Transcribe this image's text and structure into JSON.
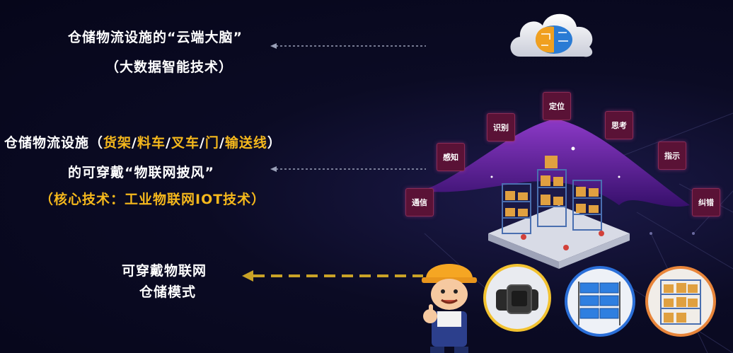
{
  "text": {
    "cloud_brain_title": "仓储物流设施的“云端大脑”",
    "cloud_brain_sub": "（大数据智能技术）",
    "wearable_prefix": "仓储物流设施（",
    "facility_1": "货架",
    "facility_2": "料车",
    "facility_3": "叉车",
    "facility_4": "门",
    "facility_5": "输送线",
    "separator": "/",
    "wearable_suffix": "）",
    "cape_line": "的可穿戴“物联网披风”",
    "core_tech": "（核心技术：工业物联网IOT技术）",
    "mode_line1": "可穿戴物联网",
    "mode_line2": "仓储模式"
  },
  "badges": {
    "tongxin": "通信",
    "ganzhi": "感知",
    "shibie": "识别",
    "dingwei": "定位",
    "sikao": "思考",
    "zhishi": "指示",
    "jiucuo": "纠错"
  },
  "colors": {
    "highlight": "#f5b81c",
    "badge_bg": "#5a1236",
    "cape": "#6a1fa0"
  }
}
